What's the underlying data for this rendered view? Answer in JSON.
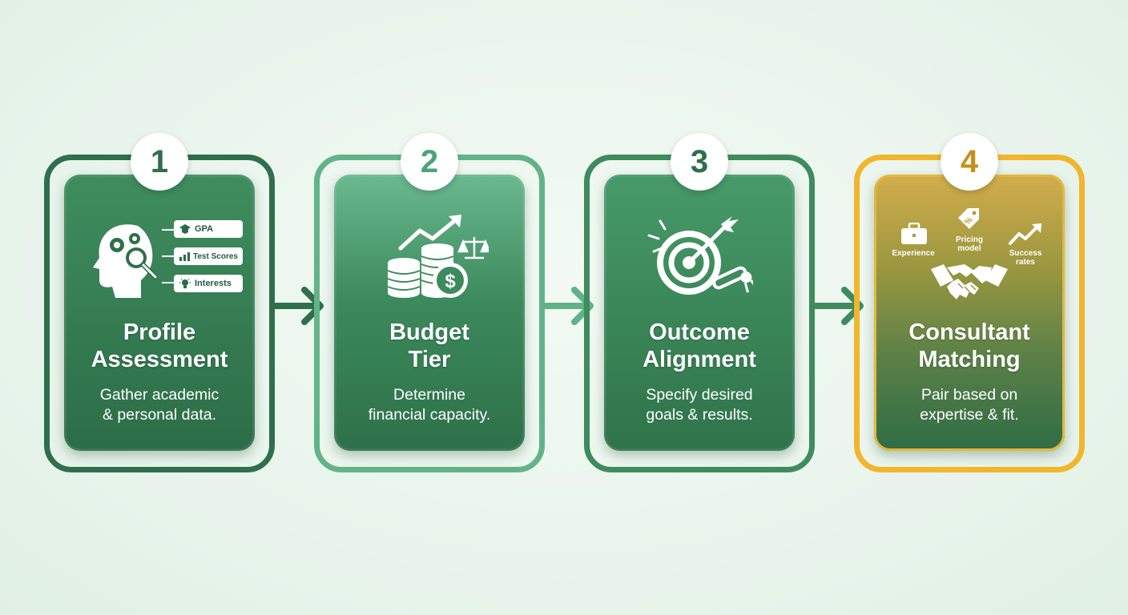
{
  "steps": [
    {
      "number": "1",
      "title_line1": "Profile",
      "title_line2": "Assessment",
      "desc_line1": "Gather academic",
      "desc_line2": "& personal data.",
      "tags": [
        "GPA",
        "Test Scores",
        "Interests"
      ]
    },
    {
      "number": "2",
      "title_line1": "Budget",
      "title_line2": "Tier",
      "desc_line1": "Determine",
      "desc_line2": "financial capacity."
    },
    {
      "number": "3",
      "title_line1": "Outcome",
      "title_line2": "Alignment",
      "desc_line1": "Specify desired",
      "desc_line2": "goals & results."
    },
    {
      "number": "4",
      "title_line1": "Consultant",
      "title_line2": "Matching",
      "desc_line1": "Pair based on",
      "desc_line2": "expertise & fit.",
      "labels": {
        "experience": "Experience",
        "pricing_line1": "Pricing",
        "pricing_line2": "model",
        "success_line1": "Success",
        "success_line2": "rates"
      }
    }
  ],
  "colors": {
    "dark_green": "#2b6a46",
    "light_green": "#5fb386",
    "mid_green": "#3d8a5c",
    "gold": "#f0b52a"
  }
}
